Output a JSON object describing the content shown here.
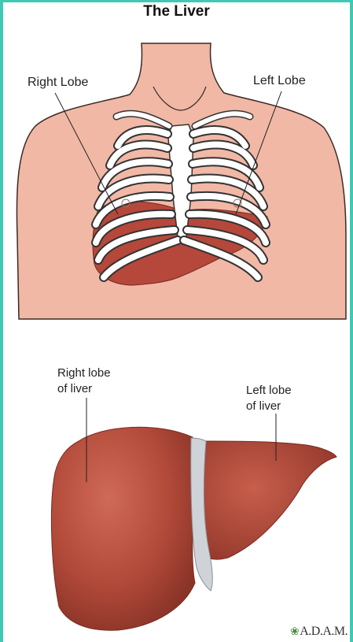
{
  "title": "The Liver",
  "top_figure": {
    "right_label": "Right Lobe",
    "left_label": "Left Lobe"
  },
  "bottom_figure": {
    "right_label_line1": "Right lobe",
    "right_label_line2": "of liver",
    "left_label_line1": "Left lobe",
    "left_label_line2": "of liver"
  },
  "logo": "A.D.A.M.",
  "colors": {
    "frame": "#3ec9b4",
    "skin": "#f1b8a6",
    "liver": "#b5483a",
    "ribs": "#ffffff"
  }
}
